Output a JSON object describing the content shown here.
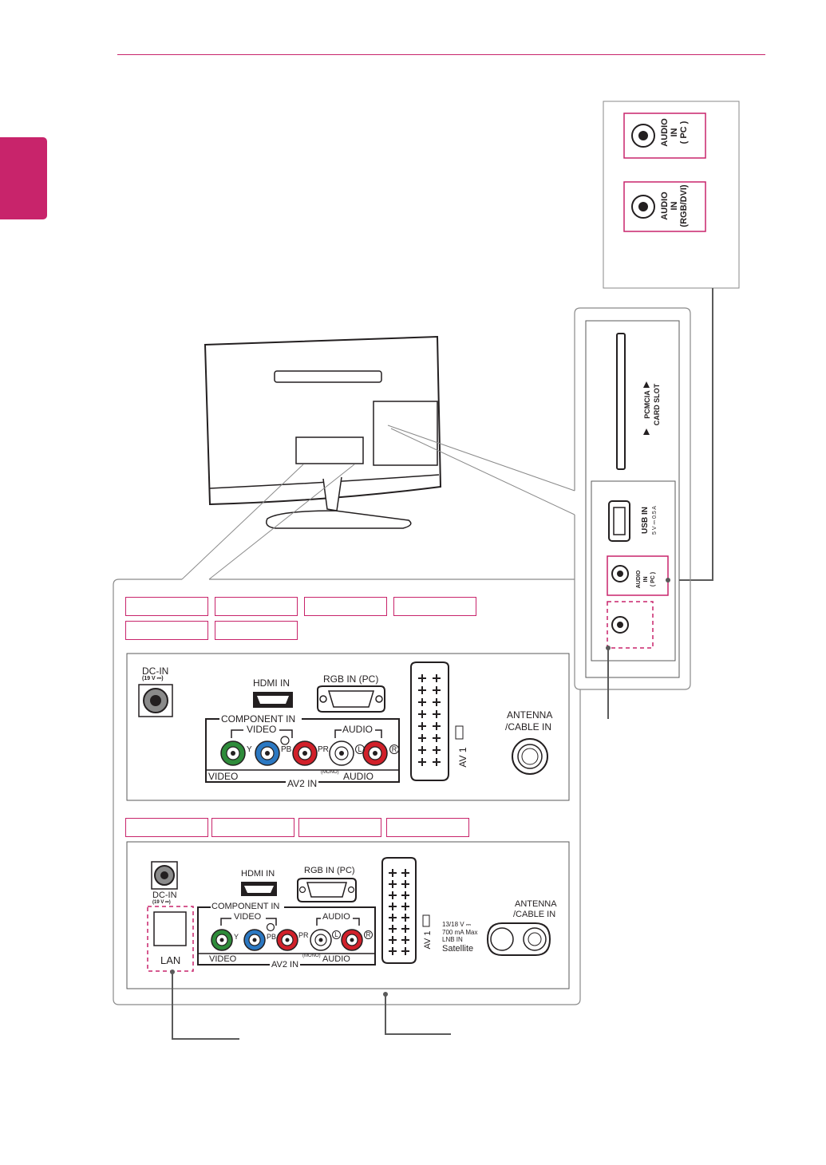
{
  "colors": {
    "accent": "#c8246b",
    "line": "#5a5a5a",
    "panel_border": "#8a8a8a",
    "video_y": "#2e8b3a",
    "video_pb": "#2b78c2",
    "video_pr": "#d1202a",
    "audio_l": "#ffffff"
  },
  "side_panel_zoom": {
    "jack_1": {
      "line1": "AUDIO",
      "line2": "IN",
      "line3": "( PC )"
    },
    "jack_2": {
      "line1": "AUDIO",
      "line2": "IN",
      "line3": "(RGB/DVI)"
    }
  },
  "side_panel": {
    "pcmcia": {
      "line1": "PCMCIA",
      "line2": "CARD SLOT"
    },
    "usb": {
      "line1": "USB IN",
      "line2": "5 V ⎓ 0.5 A"
    },
    "audio_pc": {
      "line1": "AUDIO",
      "line2": "IN",
      "line3": "( PC )"
    }
  },
  "panel_a": {
    "dc_in": "DC-IN",
    "dc_in_rating": "(19 V ⎓)",
    "hdmi_in": "HDMI IN",
    "rgb_in": "RGB IN (PC)",
    "component_in": "COMPONENT IN",
    "video_group": "VIDEO",
    "audio_group": "AUDIO",
    "label_y": "Y",
    "label_pb": "PB",
    "label_pr": "PR",
    "label_l": "L",
    "label_r": "R",
    "bottom_video": "VIDEO",
    "bottom_av2": "AV2 IN",
    "bottom_mono": "(MONO)",
    "bottom_audio": "AUDIO",
    "av1": "AV 1",
    "antenna_line1": "ANTENNA",
    "antenna_line2": "/CABLE IN"
  },
  "panel_b": {
    "dc_in": "DC-IN",
    "dc_in_rating": "(19 V ⎓)",
    "lan": "LAN",
    "hdmi_in": "HDMI IN",
    "rgb_in": "RGB IN (PC)",
    "component_in": "COMPONENT IN",
    "video_group": "VIDEO",
    "audio_group": "AUDIO",
    "label_y": "Y",
    "label_pb": "PB",
    "label_pr": "PR",
    "label_l": "L",
    "label_r": "R",
    "bottom_video": "VIDEO",
    "bottom_av2": "AV2 IN",
    "bottom_mono": "(MONO)",
    "bottom_audio": "AUDIO",
    "av1": "AV 1",
    "sat_line1": "13/18 V ⎓",
    "sat_line2": "700 mA Max",
    "sat_line3": "LNB IN",
    "sat_line4": "Satellite",
    "antenna_line1": "ANTENNA",
    "antenna_line2": "/CABLE IN"
  }
}
